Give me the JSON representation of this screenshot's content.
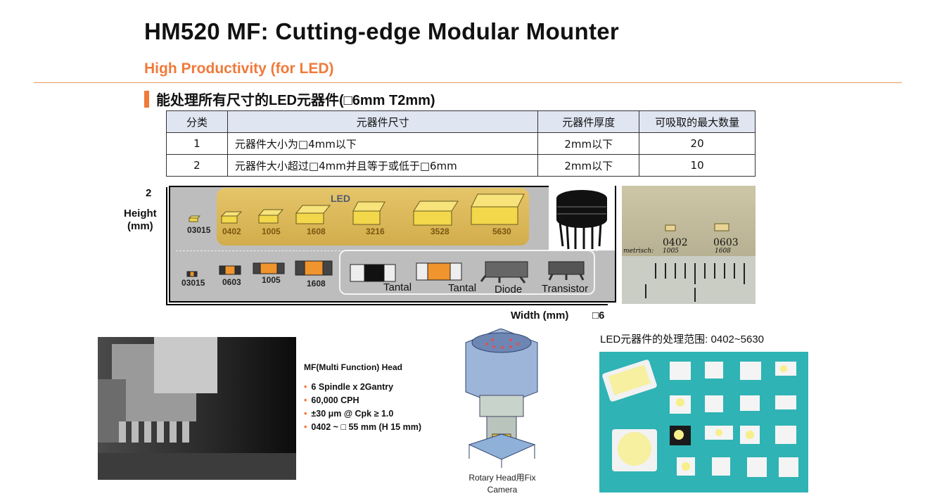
{
  "slide": {
    "title": "HM520 MF: Cutting-edge Modular Mounter",
    "subtitle": "High Productivity (for LED)",
    "section_heading": "能处理所有尺寸的LED元器件(□6mm T2mm)"
  },
  "spec_table": {
    "headers": [
      "分类",
      "元器件尺寸",
      "元器件厚度",
      "可吸取的最大数量"
    ],
    "rows": [
      [
        "1",
        "元器件大小为□4mm以下",
        "2mm以下",
        "20"
      ],
      [
        "2",
        "元器件大小超过□4mm并且等于或低于□6mm",
        "2mm以下",
        "10"
      ]
    ]
  },
  "size_diagram": {
    "y_axis_top": "2",
    "y_axis_label": "Height\n(mm)",
    "x_axis_label": "Width (mm)",
    "x_axis_end": "□6",
    "led_group_label": "LED",
    "led_chips": [
      "03015",
      "0402",
      "1005",
      "1608",
      "3216",
      "3528",
      "5630"
    ],
    "standard_chips": [
      "03015",
      "0603",
      "1005",
      "1608"
    ],
    "other_parts": [
      "Tantal",
      "Tantal",
      "Diode",
      "Transistor"
    ],
    "colors": {
      "led_zone": "#dcb95a",
      "chip_body": "#f5dd55",
      "tantal_band": "#f0942d"
    }
  },
  "ruler_photo": {
    "labels": [
      "0402",
      "0603"
    ],
    "sublabels": [
      "metrisch:",
      "1005",
      "1608"
    ]
  },
  "head_info": {
    "title": "MF(Multi Function) Head",
    "bullets": [
      "6 Spindle x 2Gantry",
      "60,000 CPH",
      "±30 μm @ Cpk ≥ 1.0",
      "0402 ~ □ 55 mm (H 15 mm)"
    ]
  },
  "rotary_caption": "Rotary Head用Fix Camera",
  "led_range_text": "LED元器件的处理范围: 0402~5630",
  "accent_color": "#f07a3a"
}
